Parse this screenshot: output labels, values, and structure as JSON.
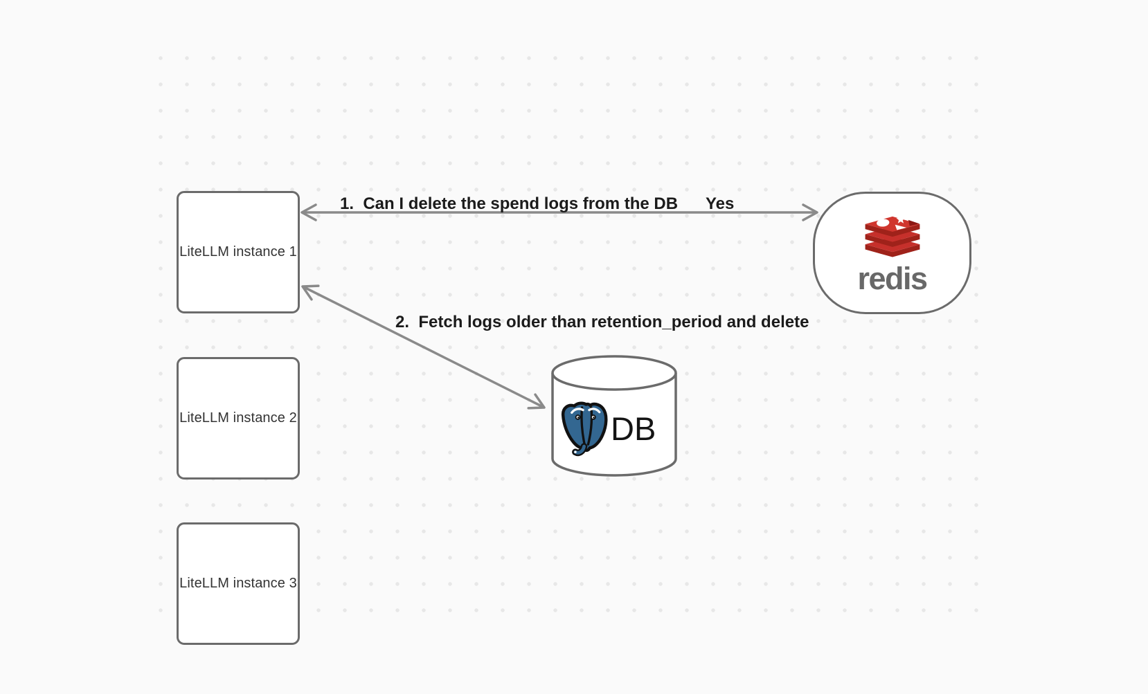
{
  "diagram": {
    "background_color": "#fafafa",
    "dot_color": "#e7e7e7",
    "node_border_color": "#6b6b6b",
    "arrow_color": "#8a8a8a",
    "redis_red": "#c6302b",
    "redis_dark_red": "#9f221a",
    "postgres_blue": "#336791"
  },
  "nodes": {
    "instances": [
      {
        "label": "LiteLLM instance 1"
      },
      {
        "label": "LiteLLM instance 2"
      },
      {
        "label": "LiteLLM instance 3"
      }
    ],
    "redis": {
      "wordmark": "redis"
    },
    "db": {
      "label": "DB"
    }
  },
  "edges": {
    "edge1": {
      "label": "1.  Can I delete the spend logs from the DB",
      "response": "Yes"
    },
    "edge2": {
      "label": "2.  Fetch logs older than retention_period and delete"
    }
  }
}
